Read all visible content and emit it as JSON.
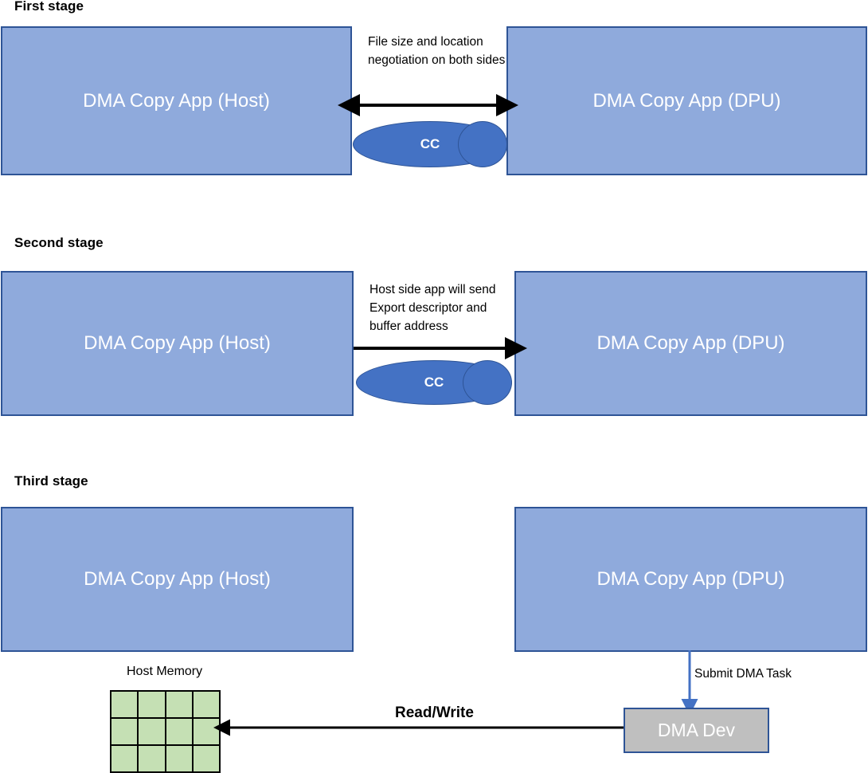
{
  "diagram": {
    "title_stage1": "First stage",
    "title_stage2": "Second stage",
    "title_stage3": "Third stage",
    "colors": {
      "app_box_fill": "#8FAADC",
      "app_box_border": "#2E5496",
      "cylinder_fill": "#4472C4",
      "memory_cell_fill": "#C5E0B4",
      "memory_cell_border": "#000000",
      "dma_dev_fill": "#BFBFBF",
      "dma_dev_border": "#2E5496",
      "arrow_black": "#000000",
      "arrow_blue": "#4472C4",
      "box_text": "#FFFFFF"
    }
  },
  "stage1": {
    "heading": "First stage",
    "host_box_label": "DMA Copy App (Host)",
    "dpu_box_label": "DMA Copy App (DPU)",
    "note": "File size and location negotiation on both sides",
    "cylinder_label": "CC",
    "arrow_name": "bidirectional-arrow"
  },
  "stage2": {
    "heading": "Second stage",
    "host_box_label": "DMA Copy App (Host)",
    "dpu_box_label": "DMA Copy App (DPU)",
    "note": "Host side app will send Export descriptor and buffer address",
    "cylinder_label": "CC",
    "arrow_name": "rightward-arrow"
  },
  "stage3": {
    "heading": "Third stage",
    "host_box_label": "DMA Copy App (Host)",
    "dpu_box_label": "DMA Copy App (DPU)",
    "memory_label": "Host Memory",
    "memory_grid": {
      "columns": 4,
      "rows": 3
    },
    "dma_dev_label": "DMA Dev",
    "submit_label": "Submit DMA Task",
    "read_write_label": "Read/Write"
  }
}
